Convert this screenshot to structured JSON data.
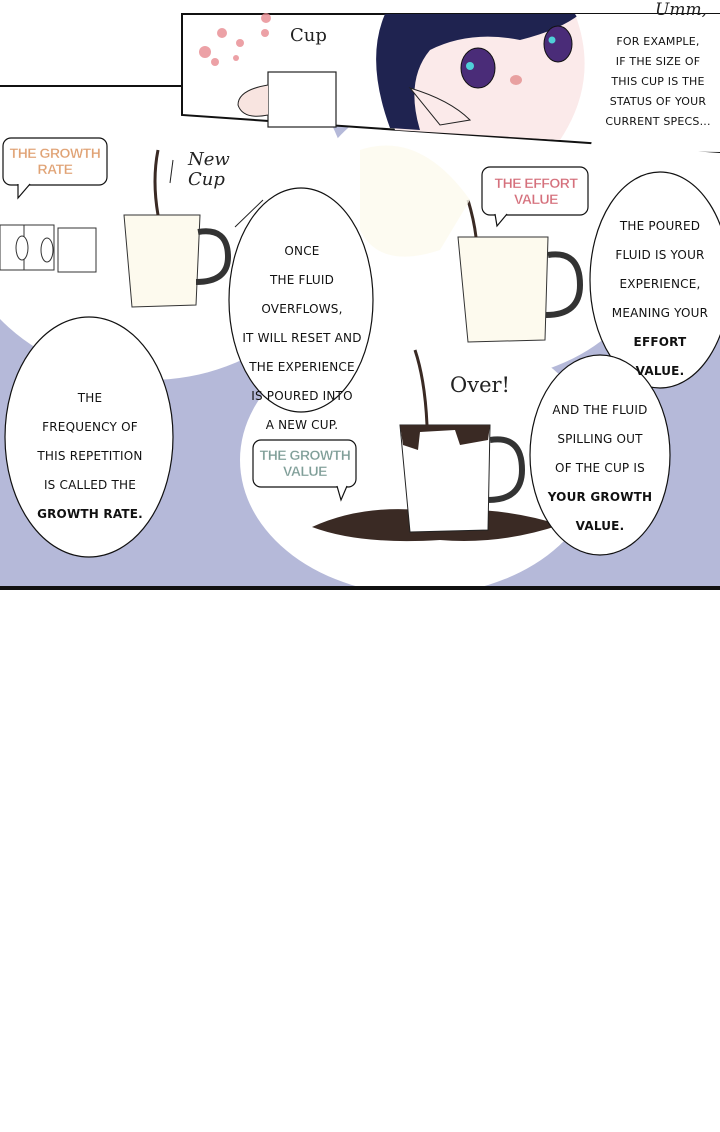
{
  "panel_top": {
    "sfx_umm": "Umm,",
    "sfx_cup": "Cup",
    "speech": [
      "For example,",
      "if the size of",
      "this cup is the",
      "status of your",
      "current specs..."
    ]
  },
  "panel_main": {
    "label_growth_rate": "THE GROWTH RATE",
    "label_effort_value": "THE EFFORT VALUE",
    "label_growth_value": "THE GROWTH VALUE",
    "sfx_new_cup": "New Cup",
    "sfx_over": "Over!",
    "bubble_once": [
      "Once",
      "the fluid",
      "overflows,",
      "it will reset and",
      "the experience",
      "is poured into",
      "a new cup."
    ],
    "bubble_poured": [
      "The poured",
      "fluid is your",
      "experience,",
      "meaning your",
      "effort",
      "value."
    ],
    "bubble_frequency": [
      "The",
      "frequency of",
      "this repetition",
      "is called the",
      "growth rate."
    ],
    "bubble_spilling": [
      "And the fluid",
      "spilling out",
      "of the cup is",
      "your growth",
      "value."
    ]
  },
  "colors": {
    "background_lavender": "#b5b9d9",
    "growth_rate": "#e0a274",
    "effort_value": "#d5707c",
    "growth_value": "#7f9e98",
    "coffee": "#3a2a24"
  }
}
